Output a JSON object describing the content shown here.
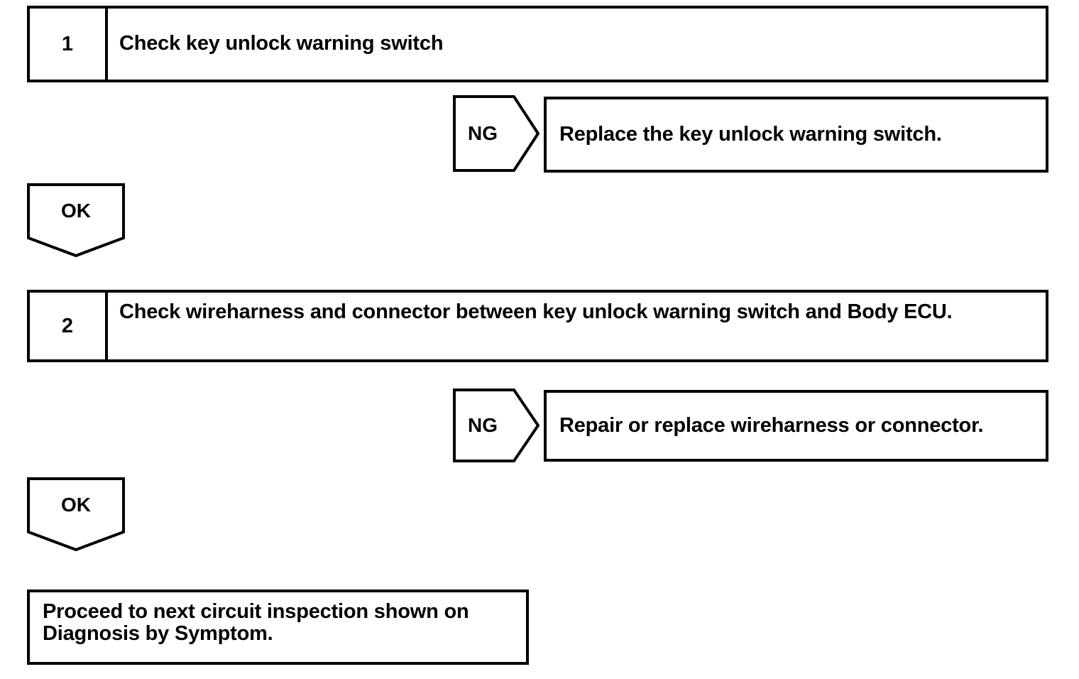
{
  "diagram": {
    "type": "troubleshooting-flowchart",
    "line_color": "#000000",
    "background_color": "#ffffff"
  },
  "steps": [
    {
      "number": "1",
      "text": "Check key unlock warning switch"
    },
    {
      "number": "2",
      "text": "Check wireharness and connector between key unlock warning switch and Body ECU."
    }
  ],
  "ng_branches": [
    {
      "label": "NG",
      "action": "Replace the key unlock warning switch."
    },
    {
      "label": "NG",
      "action": "Repair or replace wireharness or connector."
    }
  ],
  "ok_connectors": [
    {
      "label": "OK"
    },
    {
      "label": "OK"
    }
  ],
  "final": {
    "text": "Proceed to next circuit inspection shown on\nDiagnosis by Symptom."
  }
}
